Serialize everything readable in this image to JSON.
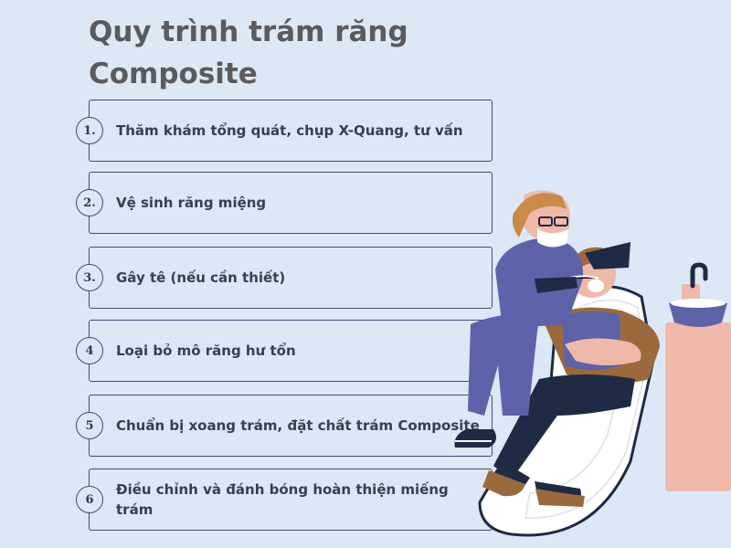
{
  "title": "Quy trình trám răng Composite",
  "steps": [
    {
      "num": "1.",
      "text": "Thăm khám tổng quát, chụp X-Quang, tư vấn"
    },
    {
      "num": "2.",
      "text": "Vệ sinh răng miệng"
    },
    {
      "num": "3.",
      "text": "Gây tê (nếu cần thiết)"
    },
    {
      "num": "4",
      "text": "Loại bỏ mô răng hư tổn"
    },
    {
      "num": "5",
      "text": "Chuẩn bị xoang trám, đặt chất trám Composite"
    },
    {
      "num": "6",
      "text": "Điều chỉnh và đánh bóng hoàn thiện miếng trám"
    }
  ],
  "colors": {
    "background": "#dce8f5",
    "border": "#3f4c73",
    "title": "#5b5b5f",
    "text": "#3a3f50"
  },
  "illustration": "dentist-treating-patient-illustration"
}
